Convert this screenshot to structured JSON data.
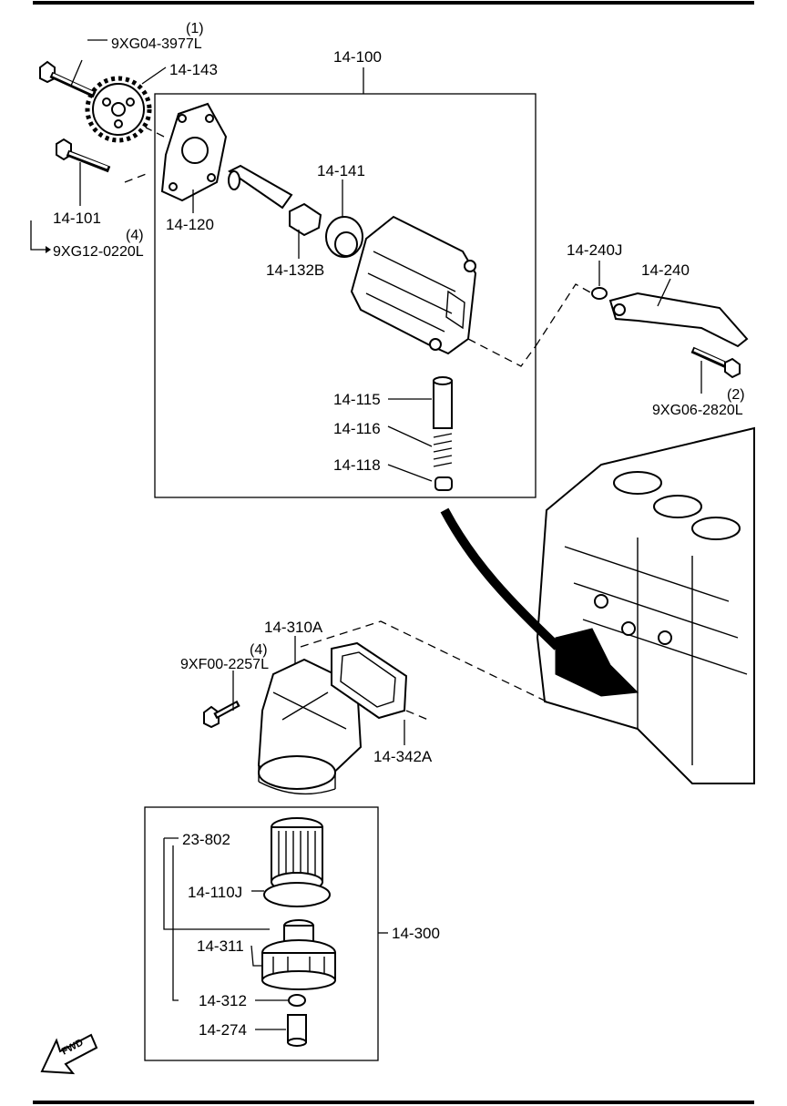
{
  "labels": {
    "top_bolt_qty": "(1)",
    "top_bolt_part": "9XG04-3977L",
    "sprocket": "14-143",
    "pump_assembly": "14-100",
    "pump_shaft": "14-141",
    "bolt_qty_4a": "(4)",
    "pump_bolt": "14-101",
    "pump_bolt_part": "9XG12-0220L",
    "cover_plate": "14-120",
    "rotor": "14-132B",
    "plunger": "14-115",
    "spring": "14-116",
    "plug": "14-118",
    "gasket_oring": "14-240J",
    "pipe": "14-240",
    "pipe_bolt_qty": "(2)",
    "pipe_bolt_part": "9XG06-2820L",
    "filter_body": "14-310A",
    "bolt_qty_4b": "(4)",
    "filter_bolt_part": "9XF00-2257L",
    "filter_gasket": "14-342A",
    "filter_element": "23-802",
    "element_oring": "14-110J",
    "filter_assembly": "14-300",
    "filter_cap": "14-311",
    "cap_oring": "14-312",
    "drain_plug": "14-274",
    "fwd": "FWD"
  },
  "colors": {
    "ink": "#000000",
    "paper": "#ffffff"
  }
}
